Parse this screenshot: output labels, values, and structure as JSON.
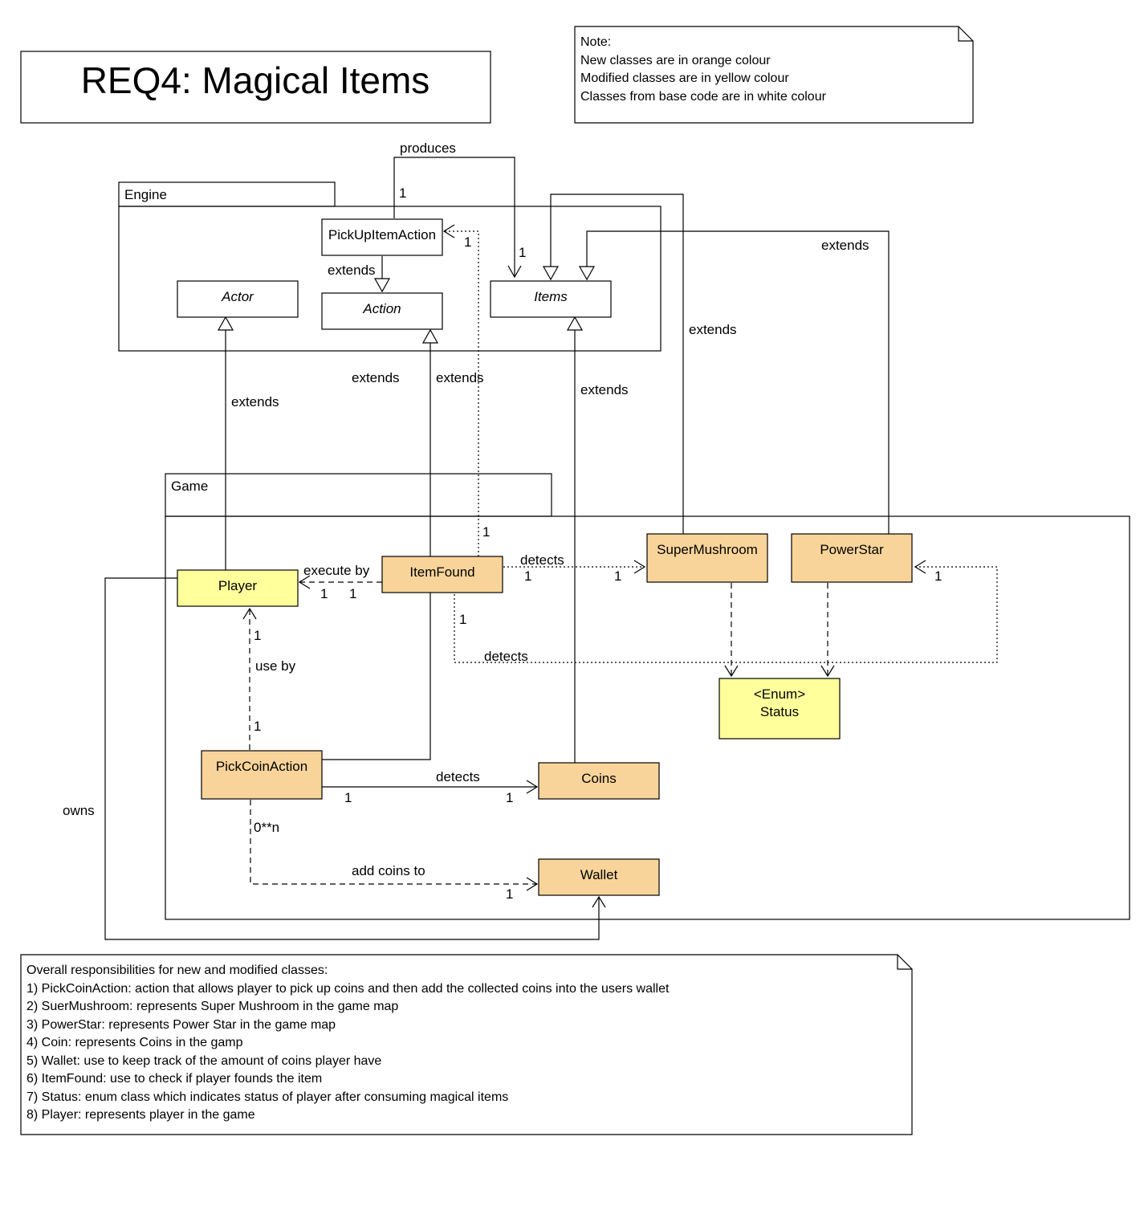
{
  "title": "REQ4: Magical Items",
  "legend_note": {
    "lines": [
      "Note:",
      "New classes are in orange colour",
      "Modified classes are in yellow colour",
      "Classes from base code are in white colour"
    ]
  },
  "packages": {
    "engine": "Engine",
    "game": "Game"
  },
  "classes": {
    "pick_up_item_action": "PickUpItemAction",
    "actor": "Actor",
    "action": "Action",
    "items": "Items",
    "player": "Player",
    "item_found": "ItemFound",
    "super_mushroom": "SuperMushroom",
    "power_star": "PowerStar",
    "status_stereotype": "<Enum>",
    "status": "Status",
    "pick_coin_action": "PickCoinAction",
    "coins": "Coins",
    "wallet": "Wallet"
  },
  "relations": {
    "produces": "produces",
    "extends": "extends",
    "execute_by": "execute by",
    "detects": "detects",
    "use_by": "use by",
    "add_coins_to": "add coins to",
    "owns": "owns"
  },
  "multiplicities": {
    "one": "1",
    "zero_to_n": "0**n"
  },
  "colors": {
    "new_class": "#f8d49a",
    "modified_class": "#ffff9c",
    "base_class": "#ffffff",
    "line": "#000000"
  },
  "responsibilities_note": {
    "lines": [
      "Overall responsibilities for new and modified classes:",
      "1) PickCoinAction: action that allows player to pick up coins and then add the collected coins into the users wallet",
      "2) SuerMushroom: represents Super Mushroom in the game map",
      "3) PowerStar: represents Power Star in the game map",
      "4) Coin: represents Coins in the gamp",
      "5) Wallet: use to keep track of the amount of coins player have",
      "6) ItemFound: use to check if player founds the item",
      "7) Status: enum class which indicates status of player after consuming magical items",
      "8) Player: represents player in the game"
    ]
  }
}
